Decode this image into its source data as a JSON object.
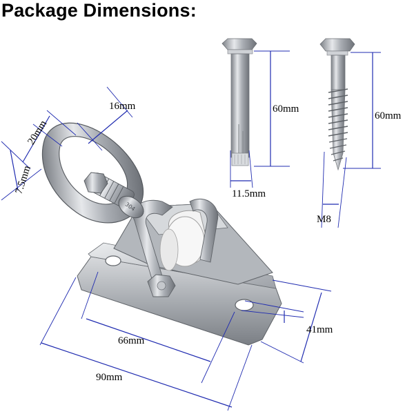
{
  "title": "Package Dimensions:",
  "colors": {
    "dimension_line": "#1f2bb0",
    "steel": "#b8bcc2",
    "roller": "#f2f2f2"
  },
  "dimensions": {
    "eye_inner_width": "16mm",
    "eye_height": "20mm",
    "eye_thickness": "7.5mm",
    "bolt_length": "60mm",
    "bolt_diameter": "11.5mm",
    "screw_length": "60mm",
    "screw_thread": "M8",
    "hole_spacing": "66mm",
    "base_length": "90mm",
    "base_width": "41mm"
  }
}
